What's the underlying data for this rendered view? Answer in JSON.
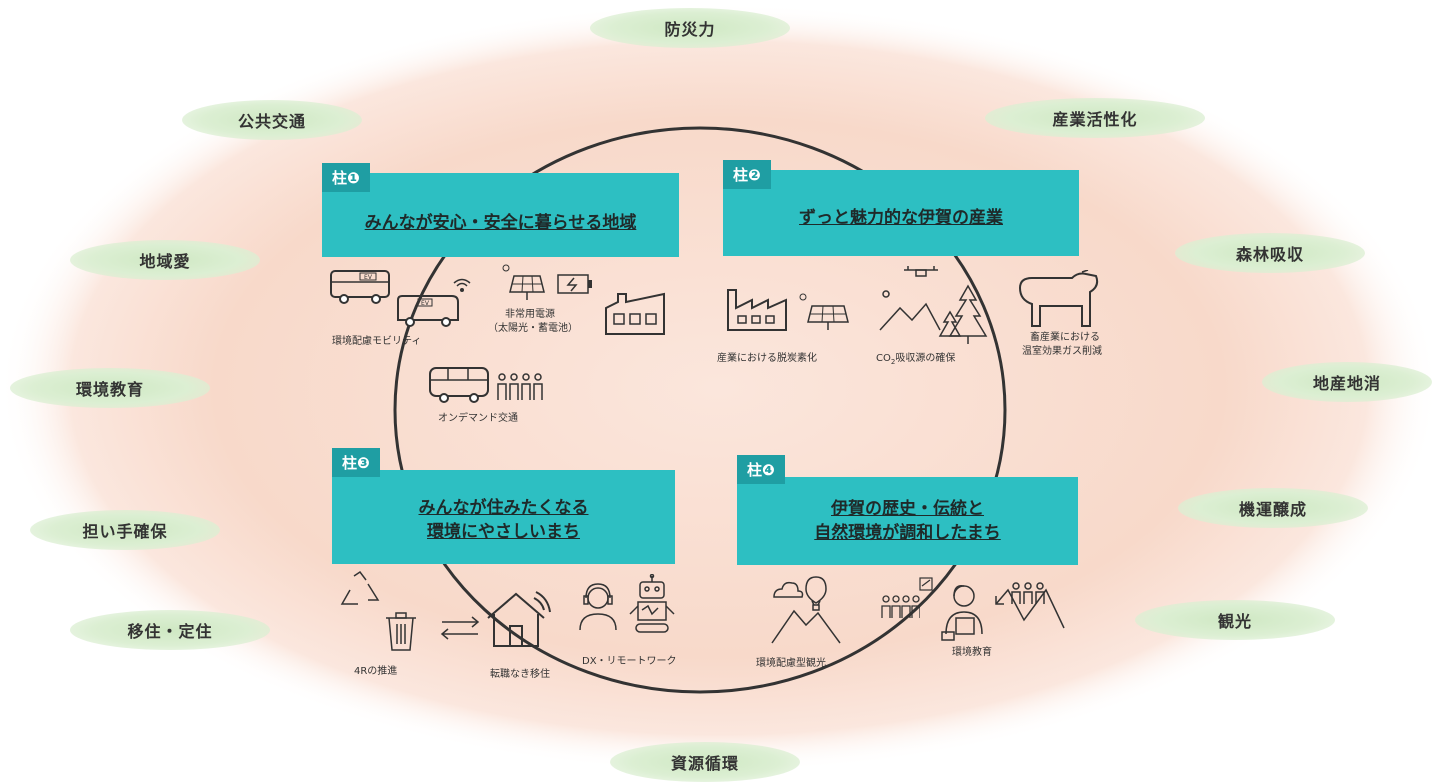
{
  "outer_tags": {
    "top": "防災力",
    "top_left": "公共交通",
    "top_right": "産業活性化",
    "left_1": "地域愛",
    "left_2": "環境教育",
    "left_3": "担い手確保",
    "left_4": "移住・定住",
    "right_1": "森林吸収",
    "right_2": "地産地消",
    "right_3": "機運醸成",
    "right_4": "観光",
    "bottom": "資源循環"
  },
  "pillars": [
    {
      "badge": "柱❶",
      "title": "みんなが安心・安全に暮らせる地域"
    },
    {
      "badge": "柱❷",
      "title": "ずっと魅力的な伊賀の産業"
    },
    {
      "badge": "柱❸",
      "title_line1": "みんなが住みたくなる",
      "title_line2": "環境にやさしいまち"
    },
    {
      "badge": "柱❹",
      "title_line1": "伊賀の歴史・伝統と",
      "title_line2": "自然環境が調和したまち"
    }
  ],
  "captions": {
    "mobility": "環境配慮モビリティ",
    "power_line1": "非常用電源",
    "power_line2": "（太陽光・蓄電池）",
    "on_demand": "オンデマンド交通",
    "decarbon": "産業における脱炭素化",
    "co2_pre": "CO",
    "co2_sub": "2",
    "co2_post": "吸収源の確保",
    "livestock_line1": "畜産業における",
    "livestock_line2": "温室効果ガス削減",
    "four_r": "4Rの推進",
    "relocation": "転職なき移住",
    "remote": "DX・リモートワーク",
    "eco_tourism": "環境配慮型観光",
    "env_education": "環境教育"
  },
  "icon_labels": {
    "bus_tag": "EV",
    "van_tag": "EV"
  },
  "colors": {
    "pillar": "#2dbfc2",
    "badge": "#1f9ea3",
    "tag": "#d5ecc9",
    "background": "#f9dccf",
    "circle": "#333333"
  }
}
